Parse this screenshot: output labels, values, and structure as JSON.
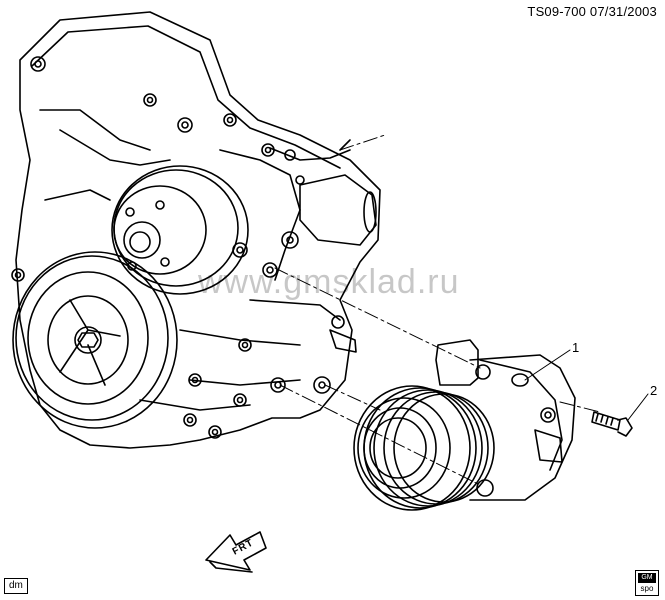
{
  "header": {
    "doc_id": "TS09-700 07/31/2003"
  },
  "watermark": "www.gmsklad.ru",
  "callouts": [
    {
      "number": "1"
    },
    {
      "number": "2"
    }
  ],
  "front_indicator": "FRT",
  "footer": {
    "left_tag": "dm",
    "right_tag_top": "GM",
    "right_tag_bottom": "spo"
  }
}
